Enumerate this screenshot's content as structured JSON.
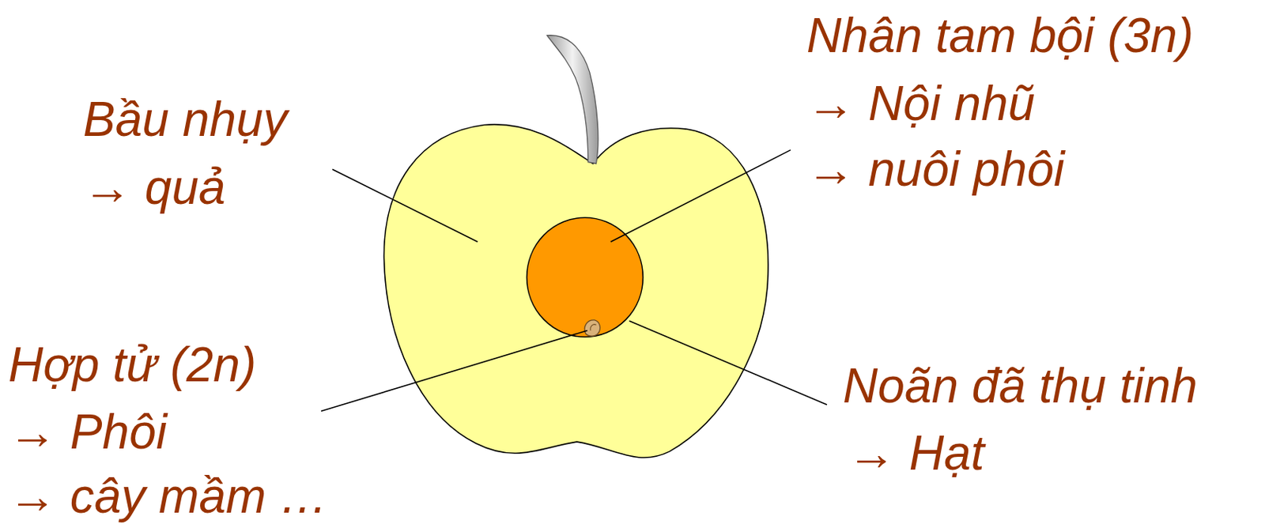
{
  "diagram": {
    "labels": [
      "Bầu nhụy",
      "→ quả",
      "Nhân tam bội (3n)",
      "→ Nội nhũ",
      "→ nuôi phôi",
      "Hợp tử (2n)",
      "→ Phôi",
      "→ cây mầm …",
      "Noãn đã thụ tinh",
      "→ Hạt"
    ]
  }
}
